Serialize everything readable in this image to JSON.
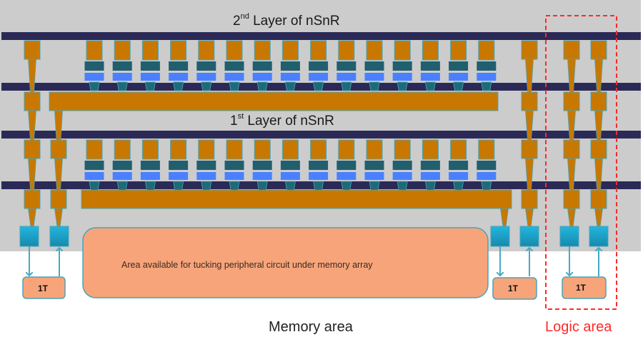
{
  "diagram": {
    "layers": [
      {
        "number": "2",
        "suffix": "nd",
        "rest": " Layer of nSnR"
      },
      {
        "number": "1",
        "suffix": "st",
        "rest": " Layer of nSnR"
      }
    ],
    "peripheral_area_text": "Area available for tucking peripheral circuit under memory array",
    "transistor_label": "1T",
    "memory_area_label": "Memory area",
    "logic_area_label": "Logic area",
    "cells_per_layer": 15,
    "transistor_count": 3,
    "colors": {
      "substrate": "#cccccc",
      "metal_line": "#2b2a57",
      "electrode": "#c87800",
      "electrode_border": "#4aa3b8",
      "selector": "#215f6e",
      "resistor": "#4a80ff",
      "via": "#1f6a78",
      "contact": "#1ea8d4",
      "peripheral_fill": "#f7a47a",
      "peripheral_border": "#4aa3b8",
      "arrow": "#47a8c8",
      "logic_boundary": "#ff2a2a"
    }
  }
}
